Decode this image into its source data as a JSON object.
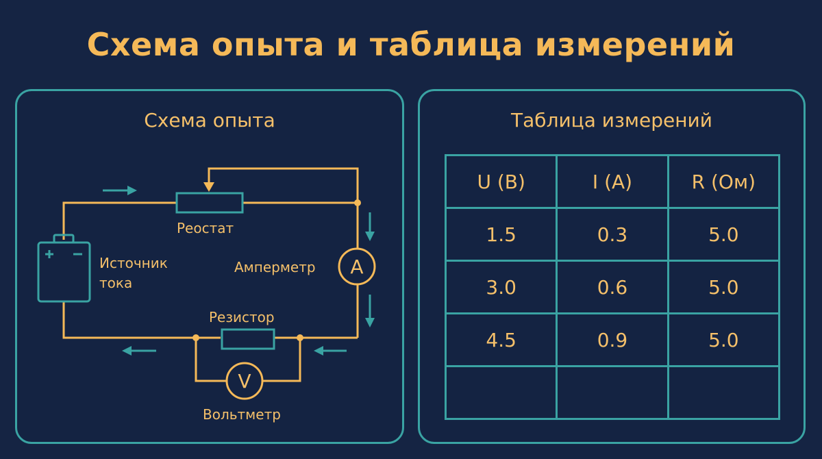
{
  "title": "Схема опыта и таблица измерений",
  "colors": {
    "background": "#152443",
    "accent_orange": "#f5b958",
    "accent_teal": "#3aa3a3"
  },
  "circuit": {
    "title": "Схема опыта",
    "labels": {
      "source": "Источник",
      "source_line2": "тока",
      "rheostat": "Реостат",
      "ammeter": "Амперметр",
      "resistor": "Резистор",
      "voltmeter": "Вольтметр",
      "ammeter_symbol": "A",
      "voltmeter_symbol": "V",
      "plus": "+",
      "minus": "−"
    }
  },
  "table": {
    "title": "Таблица измерений",
    "headers": [
      "U (В)",
      "I (А)",
      "R (Ом)"
    ],
    "rows": [
      [
        "1.5",
        "0.3",
        "5.0"
      ],
      [
        "3.0",
        "0.6",
        "5.0"
      ],
      [
        "4.5",
        "0.9",
        "5.0"
      ],
      [
        "",
        "",
        ""
      ]
    ]
  }
}
